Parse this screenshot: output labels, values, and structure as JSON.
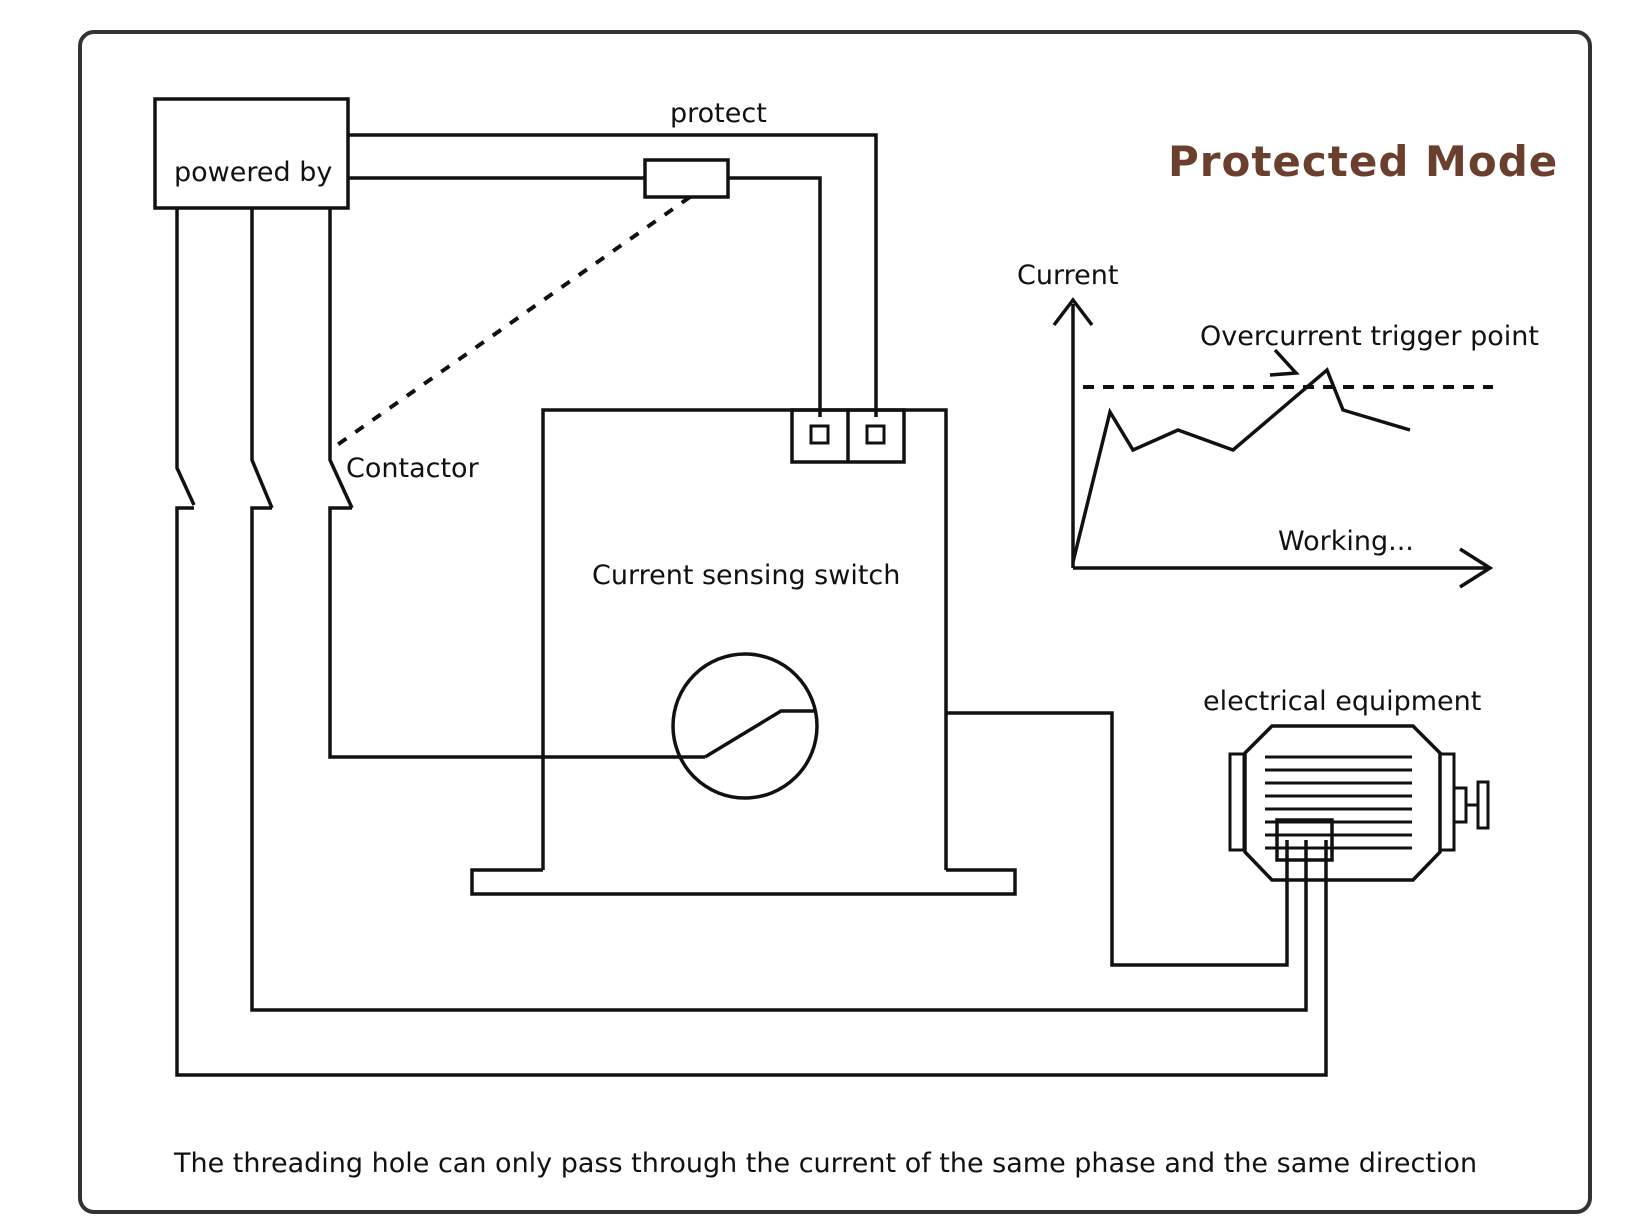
{
  "diagram": {
    "title": "Protected Mode",
    "title_color": "#6b3f2e",
    "labels": {
      "power": "powered by",
      "protect": "protect",
      "contactor": "Contactor",
      "switch": "Current sensing switch",
      "equipment": "electrical equipment",
      "footer": "The threading hole can only pass through the current of the same phase and the same direction"
    },
    "graph": {
      "y_label": "Current",
      "x_label": "Working...",
      "trigger_label": "Overcurrent trigger point"
    }
  }
}
